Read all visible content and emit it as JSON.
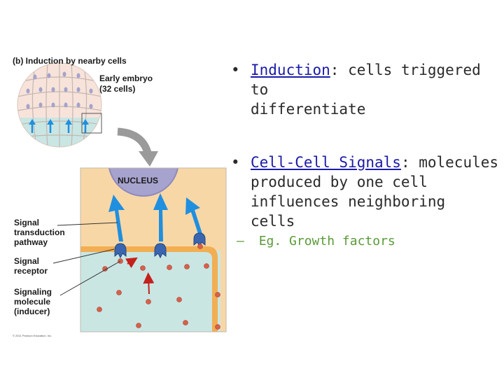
{
  "figure": {
    "title": "(b) Induction by nearby cells",
    "embryo_label_line1": "Early embryo",
    "embryo_label_line2": "(32 cells)",
    "nucleus_label": "NUCLEUS",
    "label_pathway_1": "Signal",
    "label_pathway_2": "transduction",
    "label_pathway_3": "pathway",
    "label_receptor_1": "Signal",
    "label_receptor_2": "receptor",
    "label_molecule_1": "Signaling",
    "label_molecule_2": "molecule",
    "label_molecule_3": "(inducer)",
    "copyright": "© 2011 Pearson Education, Inc.",
    "colors": {
      "cytoplasm": "#f8d7a6",
      "membrane": "#f2ae52",
      "nucleus": "#a7a3cf",
      "neighbor_cell": "#c9e6e3",
      "arrow_blue": "#1f8fe0",
      "receptor": "#3a66b0",
      "molecule": "#d8604a",
      "arrow_red": "#c4201c"
    }
  },
  "bullets": [
    {
      "term": "Induction",
      "rest_line1": ": cells triggered to",
      "rest_line2": "differentiate"
    },
    {
      "term": "Cell-Cell Signals",
      "rest_line1": ": molecules",
      "rest_line2": "produced by one cell",
      "rest_line3": "influences neighboring",
      "rest_line4": "cells"
    }
  ],
  "sub_bullet": {
    "dash": "–",
    "text": "Eg. Growth factors"
  }
}
